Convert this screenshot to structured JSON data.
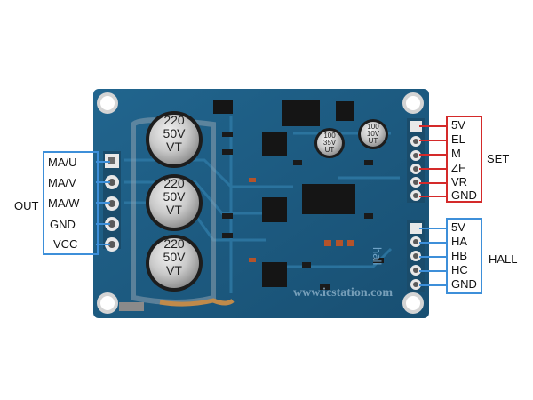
{
  "out_group": {
    "title": "OUT",
    "pins": [
      "MA/U",
      "MA/V",
      "MA/W",
      "GND",
      "VCC"
    ]
  },
  "set_group": {
    "title": "SET",
    "pins": [
      "5V",
      "EL",
      "M",
      "ZF",
      "VR",
      "GND"
    ]
  },
  "hall_group": {
    "title": "HALL",
    "pins": [
      "5V",
      "HA",
      "HB",
      "HC",
      "GND"
    ]
  },
  "capacitors": [
    {
      "line1": "220",
      "line2": "50V",
      "line3": "VT"
    },
    {
      "line1": "220",
      "line2": "50V",
      "line3": "VT"
    },
    {
      "line1": "220",
      "line2": "50V",
      "line3": "VT"
    }
  ],
  "small_capacitors": [
    {
      "line1": "100",
      "line2": "35V",
      "line3": "UT"
    },
    {
      "line1": "100",
      "line2": "10V",
      "line3": "UT"
    }
  ],
  "silkscreen": {
    "hall_text": "hall"
  },
  "watermark": "www.icstation.com",
  "colors": {
    "board": "#1f5f86",
    "blue_box": "#3d8fd9",
    "red_box": "#d42a2a"
  }
}
